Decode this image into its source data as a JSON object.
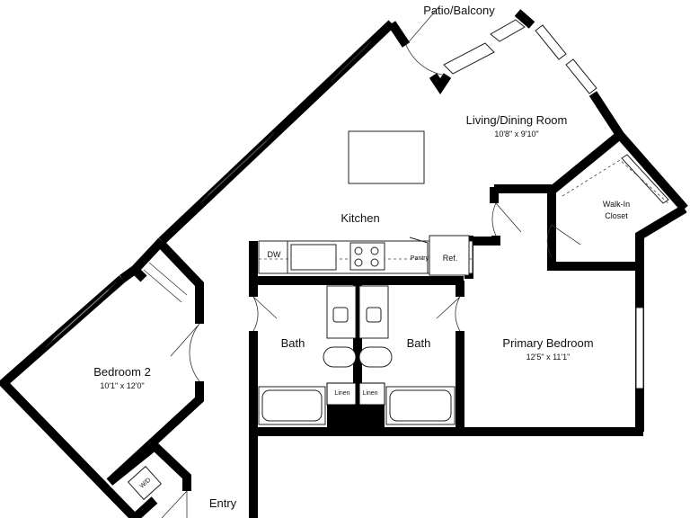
{
  "rooms": {
    "patio": {
      "name": "Patio/Balcony"
    },
    "living": {
      "name": "Living/Dining Room",
      "dims": "10'8\" x 9'10\""
    },
    "walkin": {
      "line1": "Walk-In",
      "line2": "Closet"
    },
    "kitchen": {
      "name": "Kitchen"
    },
    "bath_left": {
      "name": "Bath"
    },
    "bath_right": {
      "name": "Bath"
    },
    "primary": {
      "name": "Primary Bedroom",
      "dims": "12'5\" x 11'1\""
    },
    "bedroom2": {
      "name": "Bedroom 2",
      "dims": "10'1\" x 12'0\""
    },
    "entry": {
      "name": "Entry"
    }
  },
  "fixtures": {
    "dw": "DW",
    "pantry": "Pantry",
    "ref": "Ref.",
    "linen_left": "Linen",
    "linen_right": "Linen",
    "wd": "W/D"
  },
  "colors": {
    "wall": "#000000",
    "background": "#ffffff"
  }
}
